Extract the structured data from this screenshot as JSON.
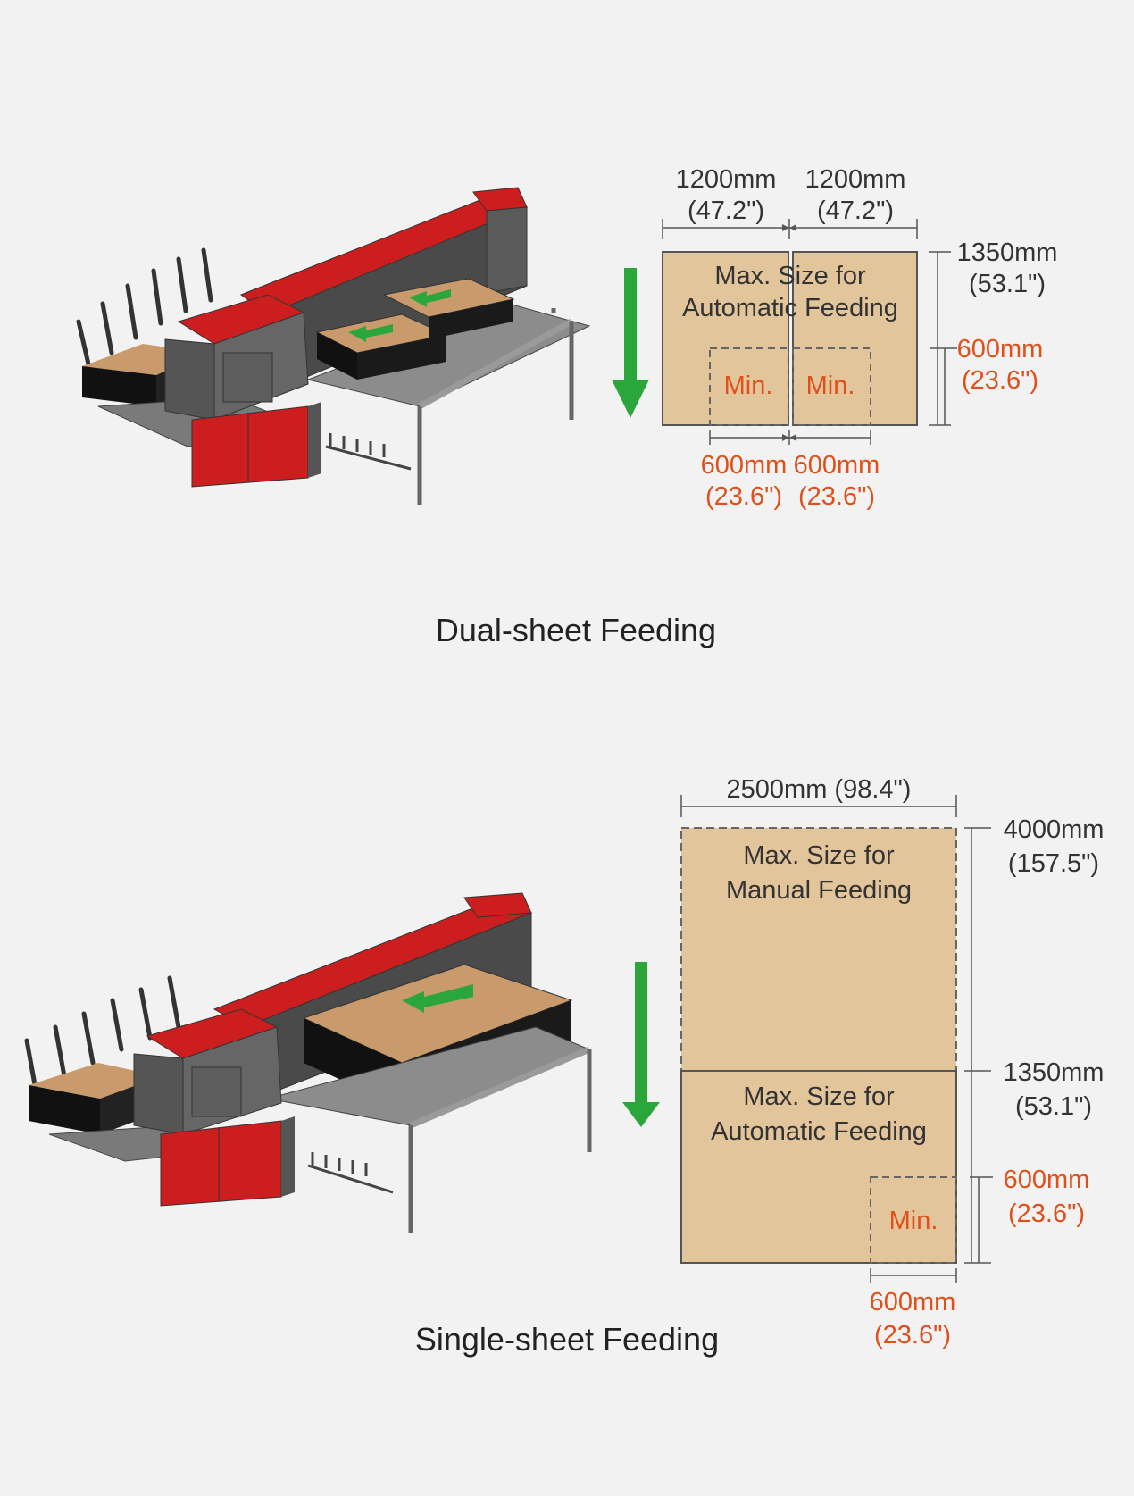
{
  "colors": {
    "background": "#f2f2f2",
    "sheet": "#e3c59c",
    "sheet_border": "#555555",
    "arrow": "#2aa63a",
    "dimension_highlight": "#e0501a",
    "machine_red": "#cc1e1e",
    "machine_gray": "#5a5a5a"
  },
  "dual": {
    "caption": "Dual-sheet Feeding",
    "width_label_1": "1200mm",
    "width_label_1_in": "(47.2\")",
    "width_label_2": "1200mm",
    "width_label_2_in": "(47.2\")",
    "height_label": "1350mm",
    "height_label_in": "(53.1\")",
    "min_height_label": "600mm",
    "min_height_label_in": "(23.6\")",
    "max_text_line1": "Max. Size for",
    "max_text_line2": "Automatic Feeding",
    "min_label_1": "Min.",
    "min_label_2": "Min.",
    "min_width_label_1": "600mm",
    "min_width_label_1_in": "(23.6\")",
    "min_width_label_2": "600mm",
    "min_width_label_2_in": "(23.6\")"
  },
  "single": {
    "caption": "Single-sheet Feeding",
    "width_label": "2500mm (98.4\")",
    "height_label_manual": "4000mm",
    "height_label_manual_in": "(157.5\")",
    "height_label_auto": "1350mm",
    "height_label_auto_in": "(53.1\")",
    "min_height_label": "600mm",
    "min_height_label_in": "(23.6\")",
    "manual_text_line1": "Max. Size for",
    "manual_text_line2": "Manual Feeding",
    "auto_text_line1": "Max. Size for",
    "auto_text_line2": "Automatic Feeding",
    "min_label": "Min.",
    "min_width_label": "600mm",
    "min_width_label_in": "(23.6\")"
  }
}
